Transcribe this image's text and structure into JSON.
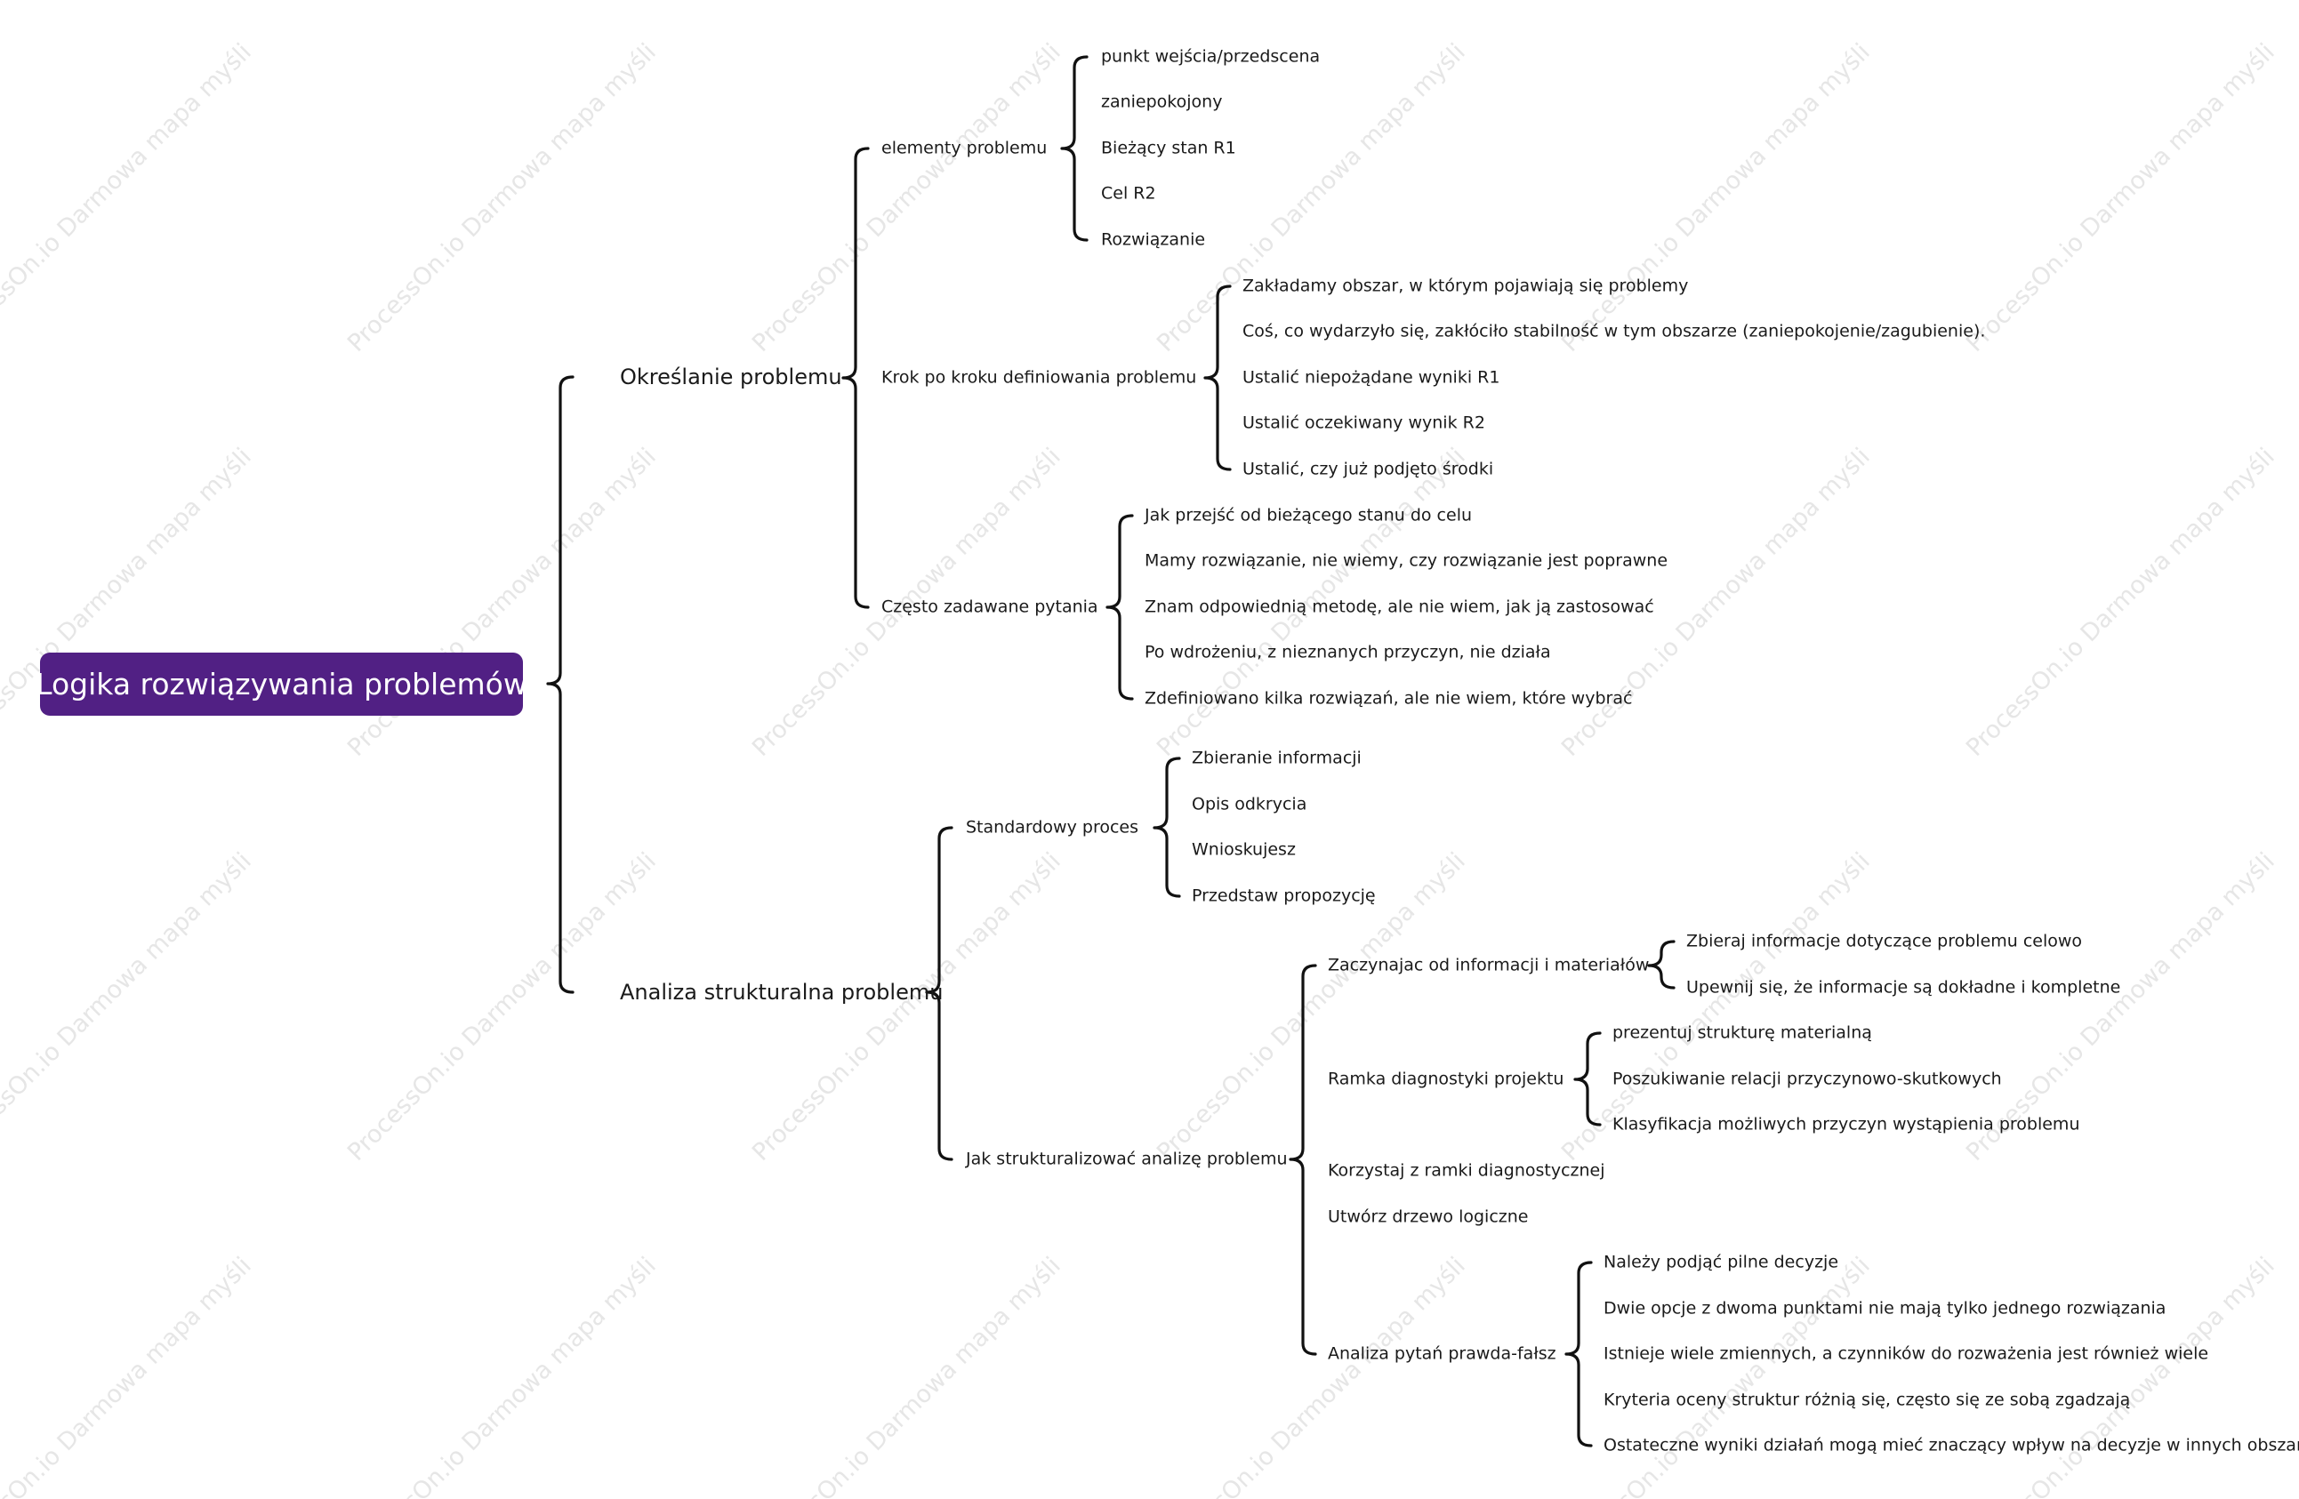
{
  "root": {
    "label": "Logika rozwiązywania problemów"
  },
  "colors": {
    "root_fill": "#512084",
    "root_text": "#ffffff",
    "line": "#111111",
    "text": "#1a1a1a",
    "watermark": "#e6e6e6"
  },
  "watermark": {
    "text": "ProcessOn.io Darmowa mapa myśli"
  },
  "branches": [
    {
      "label": "Określanie problemu",
      "children": [
        {
          "label": "elementy problemu",
          "children": [
            {
              "label": "punkt wejścia/przedscena"
            },
            {
              "label": "zaniepokojony"
            },
            {
              "label": "Bieżący stan R1"
            },
            {
              "label": "Cel R2"
            },
            {
              "label": "Rozwiązanie"
            }
          ]
        },
        {
          "label": "Krok po kroku definiowania problemu",
          "children": [
            {
              "label": "Zakładamy obszar, w którym pojawiają się problemy"
            },
            {
              "label": "Coś, co wydarzyło się, zakłóciło stabilność w tym obszarze (zaniepokojenie/zagubienie)."
            },
            {
              "label": "Ustalić niepożądane wyniki R1"
            },
            {
              "label": "Ustalić oczekiwany wynik R2"
            },
            {
              "label": "Ustalić, czy już podjęto środki"
            }
          ]
        },
        {
          "label": "Często zadawane pytania",
          "children": [
            {
              "label": "Jak przejść od bieżącego stanu do celu"
            },
            {
              "label": "Mamy rozwiązanie, nie wiemy, czy rozwiązanie jest poprawne"
            },
            {
              "label": "Znam odpowiednią metodę, ale nie wiem, jak ją zastosować"
            },
            {
              "label": "Po wdrożeniu, z nieznanych przyczyn, nie działa"
            },
            {
              "label": "Zdefiniowano kilka rozwiązań, ale nie wiem, które wybrać"
            }
          ]
        }
      ]
    },
    {
      "label": "Analiza strukturalna problemu",
      "children": [
        {
          "label": "Standardowy proces",
          "children": [
            {
              "label": "Zbieranie informacji"
            },
            {
              "label": "Opis odkrycia"
            },
            {
              "label": "Wnioskujesz"
            },
            {
              "label": "Przedstaw propozycję"
            }
          ]
        },
        {
          "label": "Jak strukturalizować analizę problemu",
          "children": [
            {
              "label": "Zaczynajac od informacji i materiałów",
              "children": [
                {
                  "label": "Zbieraj informacje dotyczące problemu celowo"
                },
                {
                  "label": "Upewnij się, że informacje są dokładne i kompletne"
                }
              ]
            },
            {
              "label": "Ramka diagnostyki projektu",
              "children": [
                {
                  "label": "prezentuj strukturę materialną"
                },
                {
                  "label": "Poszukiwanie relacji przyczynowo-skutkowych"
                },
                {
                  "label": "Klasyfikacja możliwych przyczyn wystąpienia problemu"
                }
              ]
            },
            {
              "label": "Korzystaj z ramki diagnostycznej"
            },
            {
              "label": "Utwórz drzewo logiczne"
            },
            {
              "label": "Analiza pytań prawda-fałsz",
              "children": [
                {
                  "label": "Należy podjąć pilne decyzje"
                },
                {
                  "label": "Dwie opcje z dwoma punktami nie mają tylko jednego rozwiązania"
                },
                {
                  "label": "Istnieje wiele zmiennych, a czynników do rozważenia jest również wiele"
                },
                {
                  "label": "Kryteria oceny struktur różnią się, często się ze sobą zgadzają"
                },
                {
                  "label": "Ostateczne wyniki działań mogą mieć znaczący wpływ na decyzje w innych obszarach."
                }
              ]
            }
          ]
        }
      ]
    }
  ]
}
